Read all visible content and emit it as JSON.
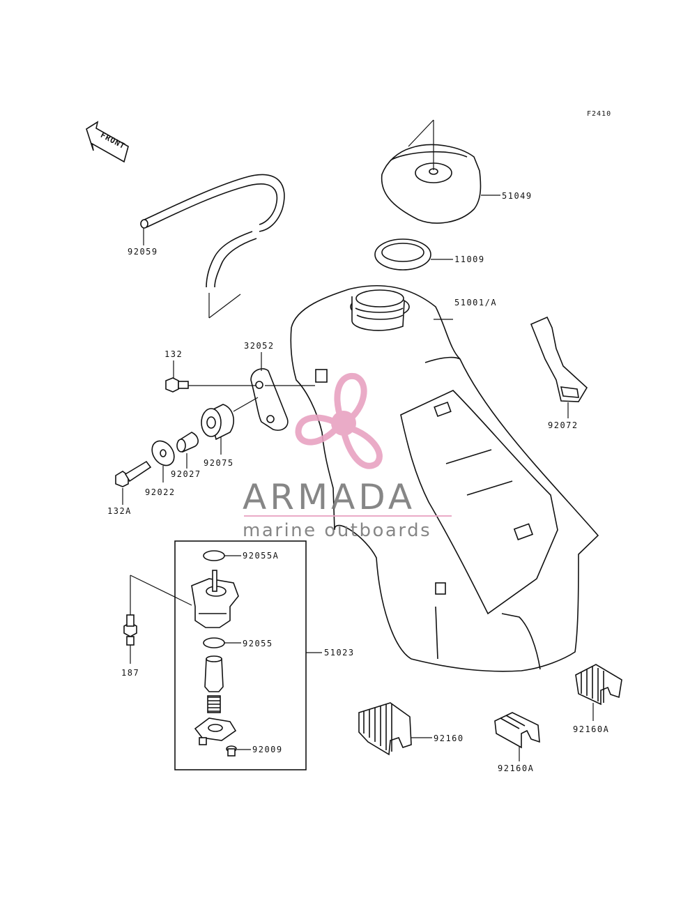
{
  "diagram_code": "F2410",
  "front_label": "FRONT",
  "parts": {
    "cap": "51049",
    "gasket": "11009",
    "tank": "51001/A",
    "strap": "92072",
    "hose": "92059",
    "bracket": "32052",
    "bolt_top": "132",
    "damper": "92075",
    "collar": "92027",
    "washer": "92022",
    "bolt_bottom": "132A",
    "oring_a": "92055A",
    "oring": "92055",
    "cock": "51023",
    "screw": "92009",
    "bolt_cock": "187",
    "pad": "92160",
    "pad_a_right": "92160A",
    "pad_a_mid": "92160A"
  },
  "watermark": {
    "brand": "ARMADA",
    "tagline": "marine outboards",
    "color": "#e8a3c2"
  }
}
